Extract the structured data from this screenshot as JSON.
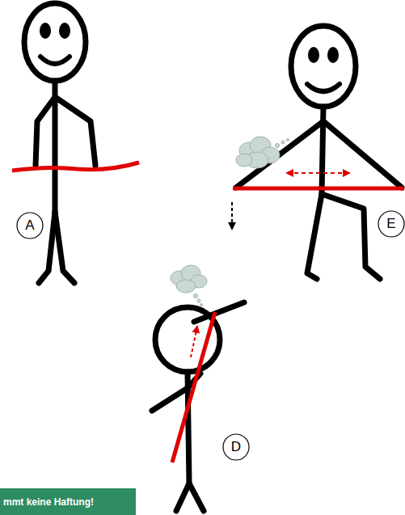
{
  "diagram": {
    "nodes": [
      {
        "text": [
          "A"
        ]
      },
      {
        "text": [
          "E"
        ]
      },
      {
        "text": [
          "D"
        ]
      },
      {
        "text": [
          "mmt keine Haftung!"
        ]
      }
    ],
    "edges": []
  }
}
